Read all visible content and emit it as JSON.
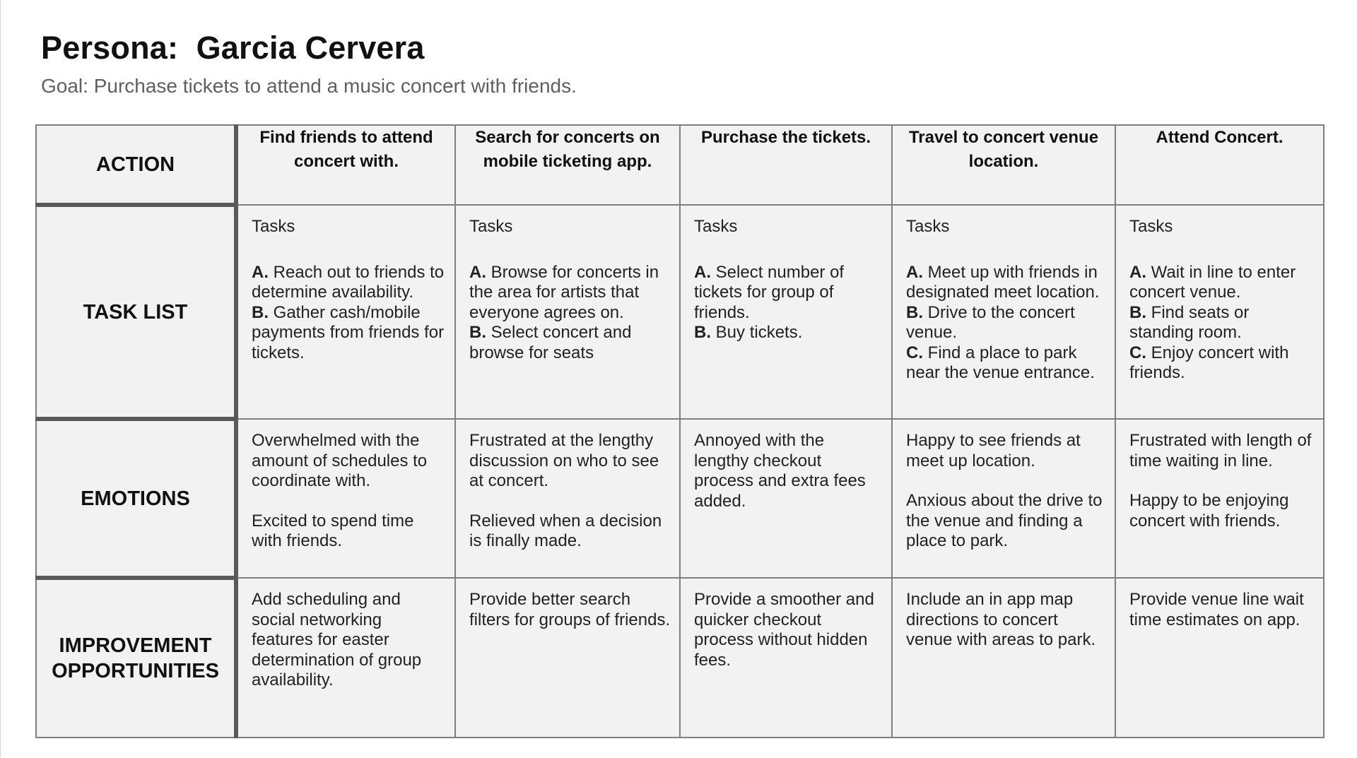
{
  "persona": {
    "title": "Persona:  Garcia Cervera",
    "goal": "Goal: Purchase tickets to attend a music concert with friends."
  },
  "row_labels": {
    "action": "ACTION",
    "task_list": "TASK LIST",
    "emotions": "EMOTIONS",
    "improvement_line1": "IMPROVEMENT",
    "improvement_line2": "OPPORTUNITIES"
  },
  "steps": [
    {
      "action": "Find friends to attend concert with.",
      "tasks_heading": "Tasks",
      "tasks": [
        {
          "letter": "A.",
          "text": " Reach out to friends to determine availability."
        },
        {
          "letter": "B.",
          "text": " Gather cash/mobile payments from friends for tickets."
        }
      ],
      "emotions": [
        "Overwhelmed with the amount of schedules to coordinate with.",
        "Excited to spend time with friends."
      ],
      "improvement": "Add scheduling and social networking features for easter determination of group availability."
    },
    {
      "action": "Search for concerts on mobile ticketing app.",
      "tasks_heading": "Tasks",
      "tasks": [
        {
          "letter": "A.",
          "text": " Browse for concerts in the area for artists that everyone agrees on."
        },
        {
          "letter": "B.",
          "text": " Select concert and browse for seats"
        }
      ],
      "emotions": [
        "Frustrated at the lengthy discussion on who to see at concert.",
        "Relieved when a decision is finally made."
      ],
      "improvement": "Provide better search filters for groups of friends."
    },
    {
      "action": "Purchase the tickets.",
      "tasks_heading": "Tasks",
      "tasks": [
        {
          "letter": "A.",
          "text": " Select number of tickets for group of friends."
        },
        {
          "letter": "B.",
          "text": " Buy tickets."
        }
      ],
      "emotions": [
        "Annoyed with the lengthy checkout process and extra fees added."
      ],
      "improvement": "Provide a smoother and quicker checkout process without hidden fees."
    },
    {
      "action": "Travel to concert venue location.",
      "tasks_heading": "Tasks",
      "tasks": [
        {
          "letter": "A.",
          "text": " Meet up with friends in designated meet location."
        },
        {
          "letter": "B.",
          "text": " Drive to the concert venue."
        },
        {
          "letter": "C.",
          "text": " Find a place to park near the venue entrance."
        }
      ],
      "emotions": [
        "Happy to see friends at meet up location.",
        "Anxious about the drive to the venue and finding a place to park."
      ],
      "improvement": "Include an in app map directions to concert venue with areas to park."
    },
    {
      "action": "Attend Concert.",
      "tasks_heading": "Tasks",
      "tasks": [
        {
          "letter": "A.",
          "text": " Wait in line to enter concert venue."
        },
        {
          "letter": "B.",
          "text": " Find seats or standing room."
        },
        {
          "letter": "C.",
          "text": " Enjoy concert with friends."
        }
      ],
      "emotions": [
        "Frustrated with length of time waiting in line.",
        "Happy to be enjoying concert with friends."
      ],
      "improvement": "Provide venue line wait time estimates on app."
    }
  ],
  "colors": {
    "header_fill": "#d2e3fc",
    "cell_fill": "#f2f2f2",
    "divider": "#595959"
  }
}
